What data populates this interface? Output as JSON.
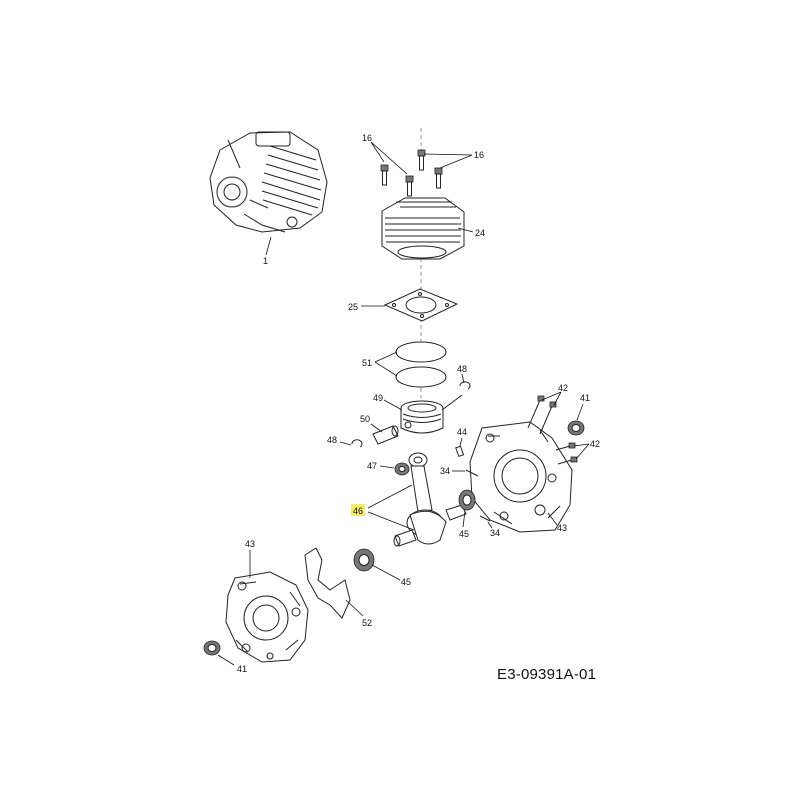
{
  "reference_code": "E3-09391A-01",
  "callouts": {
    "engine": "1",
    "bolt_left": "16",
    "bolt_right": "16",
    "cylinder": "24",
    "gasket_cylinder": "25",
    "piston_rings": "51",
    "clip_top": "48",
    "piston": "49",
    "piston_pin": "50",
    "clip_left": "48",
    "needle_bearing": "47",
    "crankshaft": "46",
    "crankcase_right": "43",
    "screws_top": "42",
    "seal_right": "41",
    "screws_side": "42",
    "dowel_top": "44",
    "dowel_a": "34",
    "bearing_right": "45",
    "dowel_b": "34",
    "crankcase_left": "43",
    "bearing_left": "45",
    "gasket_crankcase": "52",
    "seal_left": "41"
  },
  "highlight_color": "#f3ea6a"
}
